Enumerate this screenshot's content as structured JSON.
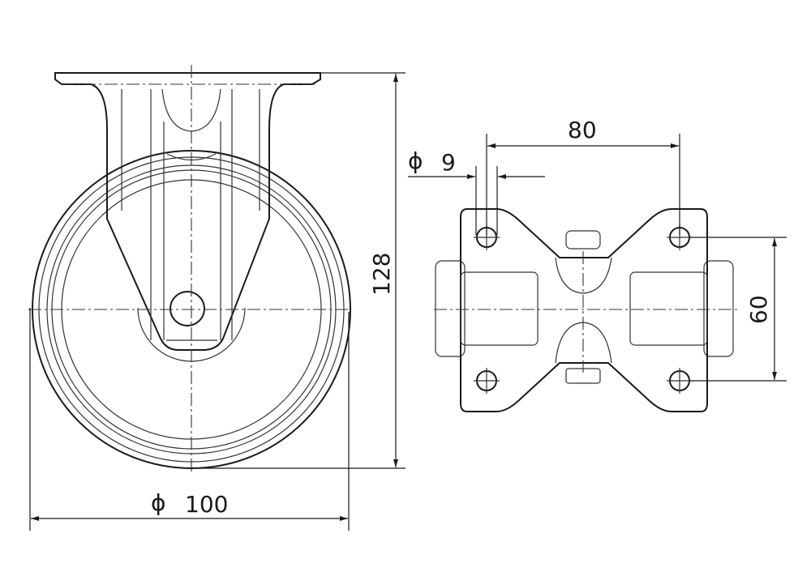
{
  "drawing": {
    "title": "Fixed castor wheel technical drawing",
    "side_view": {
      "height_label": "128",
      "diameter_symbol": "ϕ",
      "diameter_value": "100"
    },
    "plate_view": {
      "hole_spacing_x_label": "80",
      "hole_spacing_y_label": "60",
      "hole_diameter_symbol": "ϕ",
      "hole_diameter_value": "9"
    }
  }
}
